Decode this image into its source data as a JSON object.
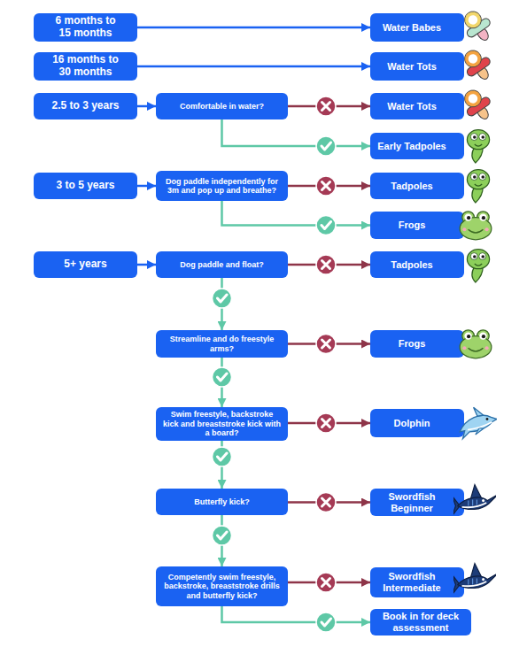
{
  "diagram": {
    "nodes": [
      {
        "text": [
          "6 months to 15 months"
        ]
      },
      {
        "text": [
          "Water Babes"
        ]
      },
      {
        "text": [
          "16 months to 30 months"
        ]
      },
      {
        "text": [
          "Water Tots"
        ]
      },
      {
        "text": [
          "2.5 to 3 years"
        ]
      },
      {
        "text": [
          "Comfortable in water?"
        ]
      },
      {
        "text": [
          "Water Tots"
        ]
      },
      {
        "text": [
          "Early Tadpoles"
        ]
      },
      {
        "text": [
          "3 to 5 years"
        ]
      },
      {
        "text": [
          "Dog paddle independently for 3m and pop up and breathe?"
        ]
      },
      {
        "text": [
          "Tadpoles"
        ]
      },
      {
        "text": [
          "Frogs"
        ]
      },
      {
        "text": [
          "5+ years"
        ]
      },
      {
        "text": [
          "Dog paddle and float?"
        ]
      },
      {
        "text": [
          "Tadpoles"
        ]
      },
      {
        "text": [
          "Streamline and do freestyle arms?"
        ]
      },
      {
        "text": [
          "Frogs"
        ]
      },
      {
        "text": [
          "Swim freestyle, backstroke kick and breaststroke kick with a board?"
        ]
      },
      {
        "text": [
          "Dolphin"
        ]
      },
      {
        "text": [
          "Butterfly kick?"
        ]
      },
      {
        "text": [
          "Swordfish Beginner"
        ]
      },
      {
        "text": [
          "Competently swim freestyle, backstroke, breaststroke drills and butterfly kick?"
        ]
      },
      {
        "text": [
          "Swordfish Intermediate"
        ]
      },
      {
        "text": [
          "Book in for deck assessment"
        ]
      }
    ],
    "edges": [
      {
        "from": 0,
        "to": 1,
        "arrow": "to"
      },
      {
        "from": 2,
        "to": 3,
        "arrow": "to"
      },
      {
        "from": 4,
        "to": 5,
        "arrow": "to"
      },
      {
        "from": 5,
        "to": 6,
        "arrow": "to"
      },
      {
        "from": 5,
        "to": 7,
        "arrow": "to"
      },
      {
        "from": 8,
        "to": 9,
        "arrow": "to"
      },
      {
        "from": 9,
        "to": 10,
        "arrow": "to"
      },
      {
        "from": 9,
        "to": 11,
        "arrow": "to"
      },
      {
        "from": 12,
        "to": 13,
        "arrow": "to"
      },
      {
        "from": 13,
        "to": 14,
        "arrow": "to"
      },
      {
        "from": 13,
        "to": 15,
        "arrow": "to"
      },
      {
        "from": 15,
        "to": 16,
        "arrow": "to"
      },
      {
        "from": 15,
        "to": 17,
        "arrow": "to"
      },
      {
        "from": 17,
        "to": 18,
        "arrow": "to"
      },
      {
        "from": 17,
        "to": 19,
        "arrow": "to"
      },
      {
        "from": 19,
        "to": 20,
        "arrow": "to"
      },
      {
        "from": 19,
        "to": 21,
        "arrow": "to"
      },
      {
        "from": 21,
        "to": 22,
        "arrow": "to"
      },
      {
        "from": 21,
        "to": 23,
        "arrow": "to"
      }
    ]
  }
}
